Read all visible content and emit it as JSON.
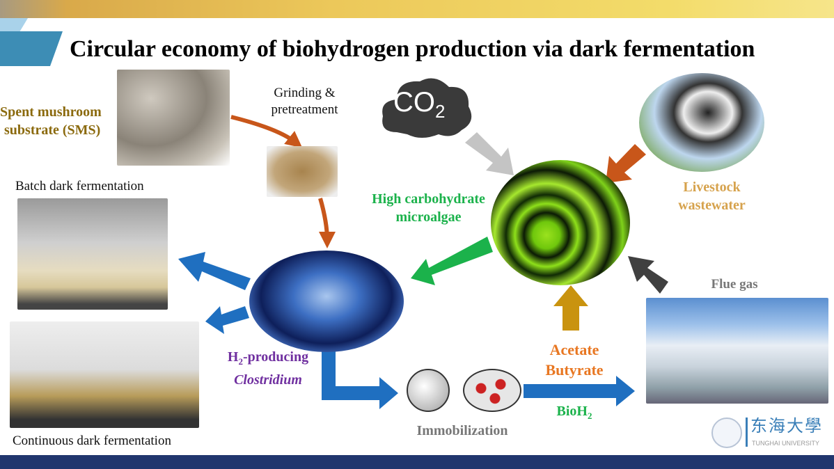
{
  "title": "Circular economy of biohydrogen production via dark fermentation",
  "labels": {
    "sms_line1": "Spent mushroom",
    "sms_line2": "substrate (SMS)",
    "grinding_line1": "Grinding &",
    "grinding_line2": "pretreatment",
    "co2": "CO",
    "co2_sub": "2",
    "livestock_line1": "Livestock",
    "livestock_line2": "wastewater",
    "microalgae_line1": "High carbohydrate",
    "microalgae_line2": "microalgae",
    "batch": "Batch dark fermentation",
    "continuous": "Continuous dark fermentation",
    "h2_prefix": "H",
    "h2_sub": "2",
    "h2_suffix": "-producing",
    "clostridium": "Clostridium",
    "immobilization": "Immobilization",
    "acetate": "Acetate",
    "butyrate": "Butyrate",
    "bioh2": "BioH",
    "bioh2_sub": "2",
    "flue_gas": "Flue gas"
  },
  "logo": {
    "chinese": "东海大學",
    "english": "TUNGHAI UNIVERSITY"
  },
  "colors": {
    "orange": "#c8561a",
    "blue": "#1f6fc0",
    "green": "#1bb24b",
    "grey": "#c4c4c4",
    "gold": "#c9930f",
    "dark": "#404040",
    "purple": "#7030a0",
    "acetate": "#e87722",
    "sms": "#8b6a0e",
    "livestock": "#d6a24c"
  }
}
